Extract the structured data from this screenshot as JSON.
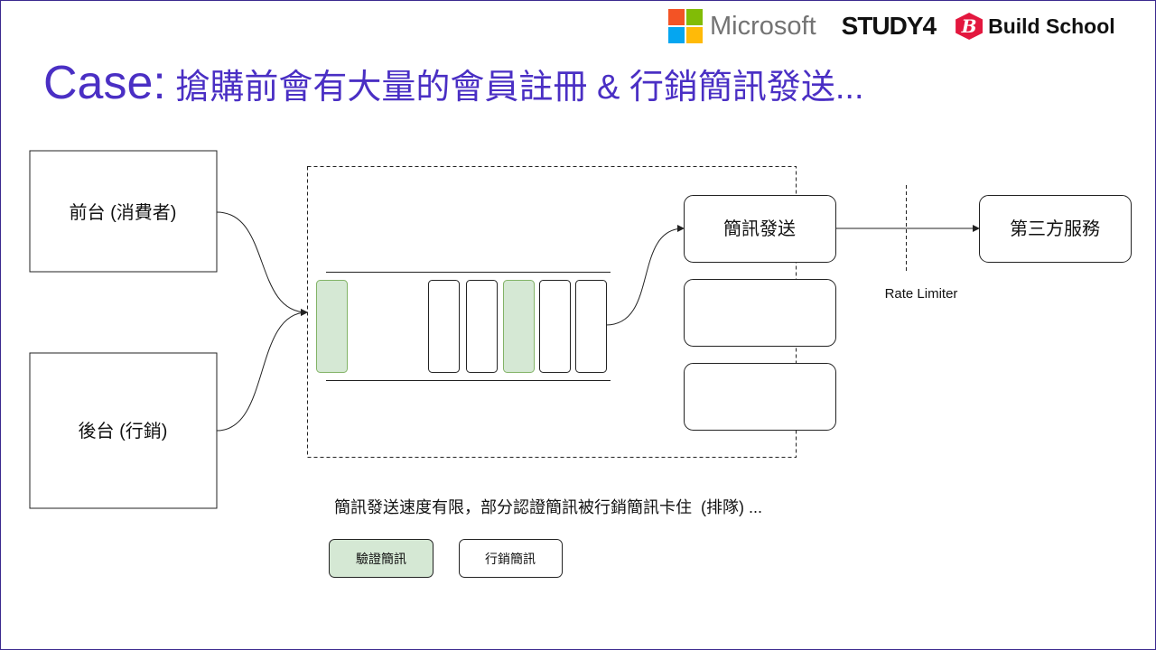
{
  "logos": {
    "microsoft": "Microsoft",
    "study4": "STUDY4",
    "buildschool_icon": "B",
    "buildschool": "Build School"
  },
  "title": {
    "prefix": "Case:",
    "text": " 搶購前會有大量的會員註冊 & 行銷簡訊發送..."
  },
  "diagram": {
    "frontend": "前台 (消費者)",
    "backend": "後台 (行銷)",
    "sms_sender": "簡訊發送",
    "third_party": "第三方服務",
    "rate_limiter": "Rate Limiter",
    "queue_items": [
      "verify",
      "marketing",
      "marketing",
      "verify",
      "marketing",
      "marketing"
    ]
  },
  "caption": "簡訊發送速度有限，部分認證簡訊被行銷簡訊卡住  (排隊) ...",
  "legend": {
    "verify": "驗證簡訊",
    "marketing": "行銷簡訊"
  },
  "colors": {
    "verify": "#d5e8d4",
    "verify_border": "#82b366",
    "title": "#4a2fc4"
  }
}
